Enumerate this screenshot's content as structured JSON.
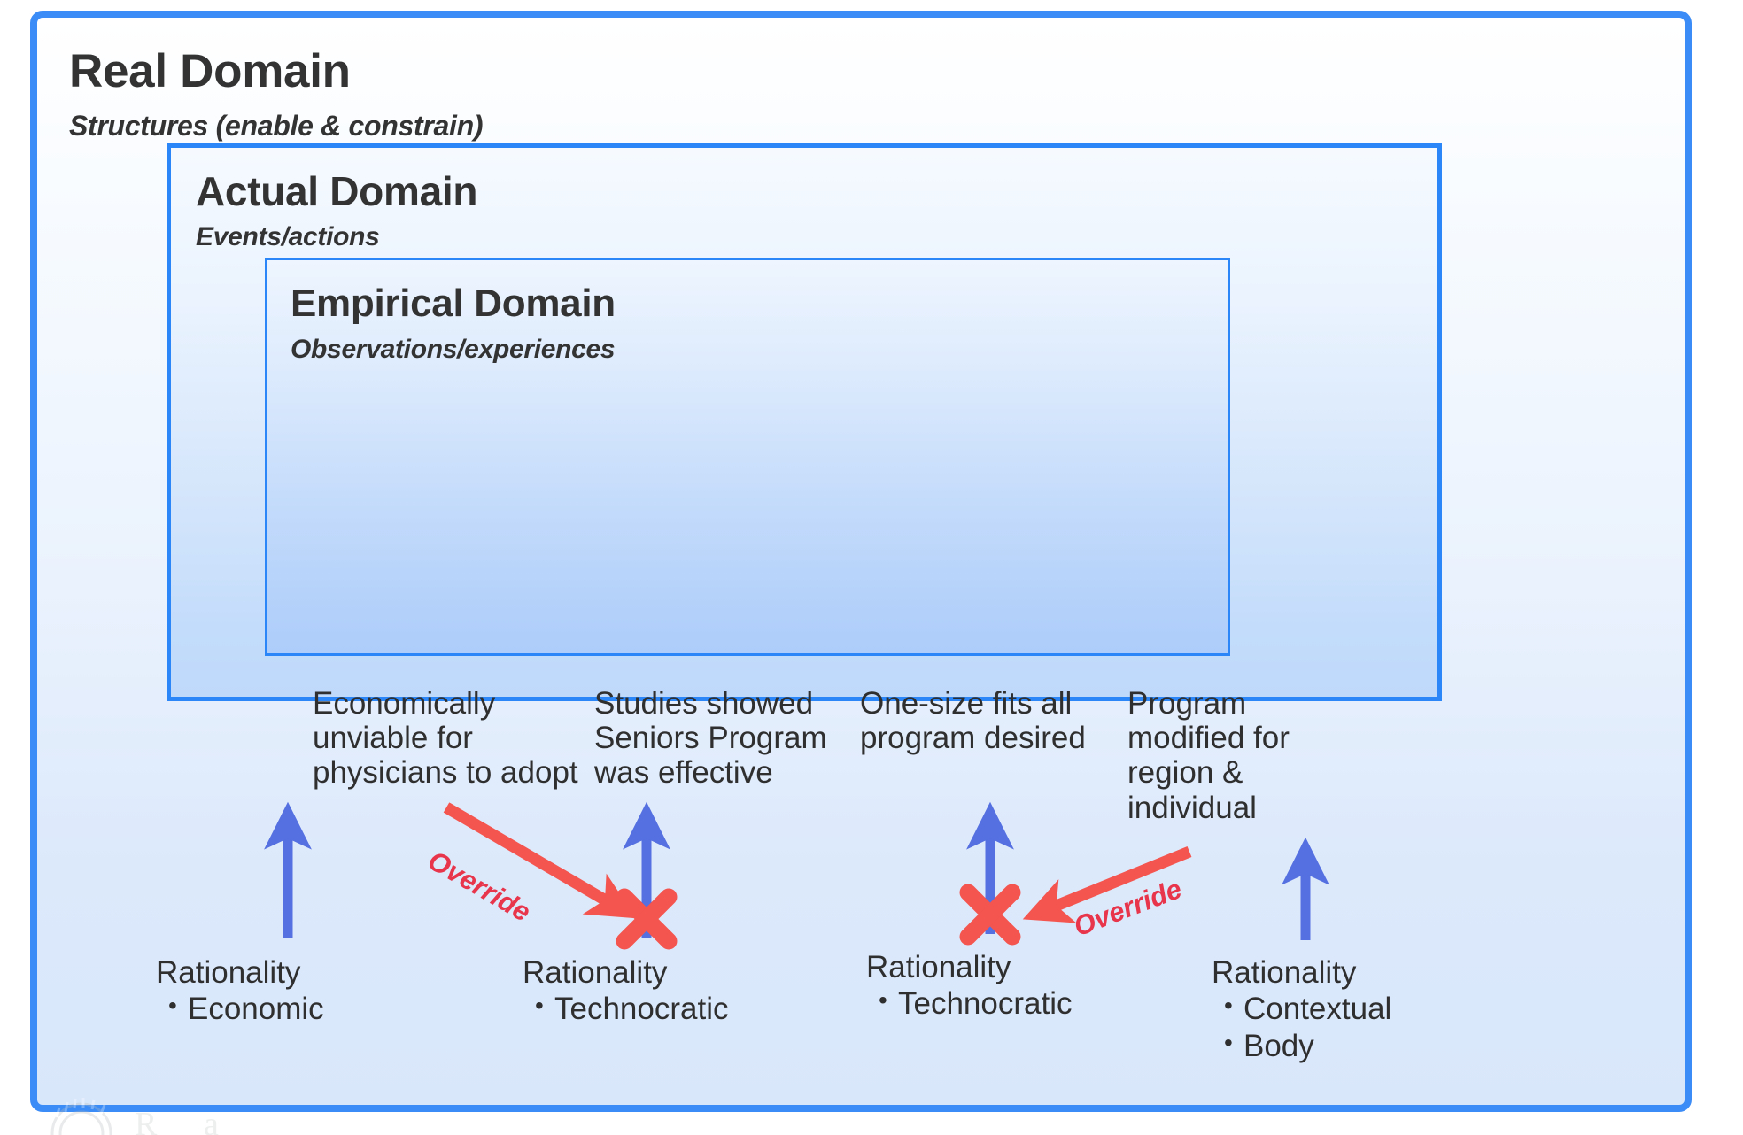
{
  "diagram": {
    "title": "Real Domain / Actual Domain / Empirical Domain with rationalities",
    "colors": {
      "outer_border": "#3b8cf6",
      "inner_border": "#2b87f7",
      "blue_arrow": "#5570e0",
      "red_override": "#f4554f",
      "text": "#2f2f2f"
    }
  },
  "real_domain": {
    "title": "Real Domain",
    "subtitle": "Structures (enable & constrain)"
  },
  "actual_domain": {
    "title": "Actual Domain",
    "subtitle": "Events/actions",
    "outcomes": [
      "Economically unviable for physicians to adopt",
      "Studies showed Seniors Program was effective",
      "One-size fits all program desired",
      "Program modified for region & individual"
    ]
  },
  "empirical_domain": {
    "title": "Empirical Domain",
    "subtitle": "Observations/experiences"
  },
  "rationalities": [
    {
      "heading": "Rationality",
      "items": [
        "Economic"
      ]
    },
    {
      "heading": "Rationality",
      "items": [
        "Technocratic"
      ]
    },
    {
      "heading": "Rationality",
      "items": [
        "Technocratic"
      ]
    },
    {
      "heading": "Rationality",
      "items": [
        "Contextual",
        "Body"
      ]
    }
  ],
  "overrides": [
    {
      "label": "Override",
      "direction": "down-right",
      "target_index": 1
    },
    {
      "label": "Override",
      "direction": "down-left",
      "target_index": 2
    }
  ],
  "arrows": {
    "upward_count": 4,
    "blocked_indices": [
      1,
      2
    ]
  },
  "watermark": {
    "text": ""
  }
}
